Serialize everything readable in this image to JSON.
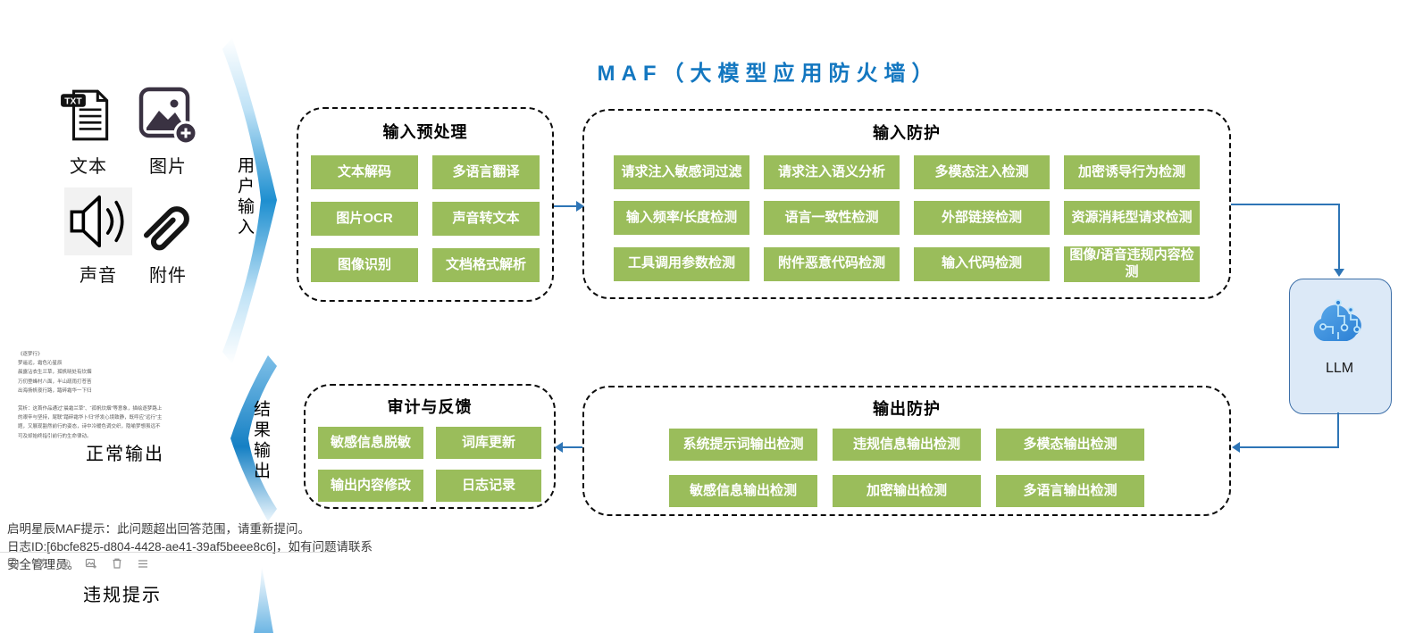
{
  "title": "MAF（大模型应用防火墙）",
  "colors": {
    "title_blue": "#1377c0",
    "chip_green": "#9abd5b",
    "connector_blue": "#2e75b6",
    "arrow_gradient_blue": "#1e8fd0",
    "llm_fill": "#dce9f7",
    "llm_border": "#3d6fa8"
  },
  "inputs": {
    "text_label": "文本",
    "image_label": "图片",
    "audio_label": "声音",
    "attachment_label": "附件",
    "txt_badge": "TXT"
  },
  "flow": {
    "user_input": "用户输入",
    "result_output": "结果输出"
  },
  "preprocessing": {
    "title": "输入预处理",
    "buttons": [
      "文本解码",
      "多语言翻译",
      "图片OCR",
      "声音转文本",
      "图像识别",
      "文档格式解析"
    ]
  },
  "input_protection": {
    "title": "输入防护",
    "buttons": [
      "请求注入敏感词过滤",
      "请求注入语义分析",
      "多模态注入检测",
      "加密诱导行为检测",
      "输入频率/长度检测",
      "语言一致性检测",
      "外部链接检测",
      "资源消耗型请求检测",
      "工具调用参数检测",
      "附件恶意代码检测",
      "输入代码检测",
      "图像/语音违规内容检测"
    ]
  },
  "llm": {
    "label": "LLM"
  },
  "audit": {
    "title": "审计与反馈",
    "buttons": [
      "敏感信息脱敏",
      "词库更新",
      "输出内容修改",
      "日志记录"
    ]
  },
  "output_protection": {
    "title": "输出防护",
    "buttons": [
      "系统提示词输出检测",
      "违规信息输出检测",
      "多模态输出检测",
      "敏感信息输出检测",
      "加密输出检测",
      "多语言输出检测"
    ]
  },
  "normal_output": {
    "sample_text": "《逐梦行》\n梦遥远，霜色沁星辰\n晨露沾衣生兰草，孤帆晓处有炊烟\n万仞登峰村八面，半山疏雨打苍苔\n出海扬帆夜行路，踏碎霜华一下归\n\n赏析：这首作品通过“晨霜兰草”、“孤帆炊烟”等意象，描绘逐梦路上的艰辛与坚持，尾联“踏碎霜华卜归”抒发心境致静，既呼应“远行”主题，又展现豁然前行的姿态，诗中冷暖色调交织，隐喻梦想虽远不可及却始终指引前行的生命律动。",
    "label": "正常输出"
  },
  "violation": {
    "line1": "启明星辰MAF提示：此问题超出回答范围，请重新提问。",
    "line2": "日志ID:[6bcfe825-d804-4428-ae41-39af5beee8c6]，如有问题请联系安全管理员。",
    "label": "违规提示",
    "at_glyph": "@"
  }
}
